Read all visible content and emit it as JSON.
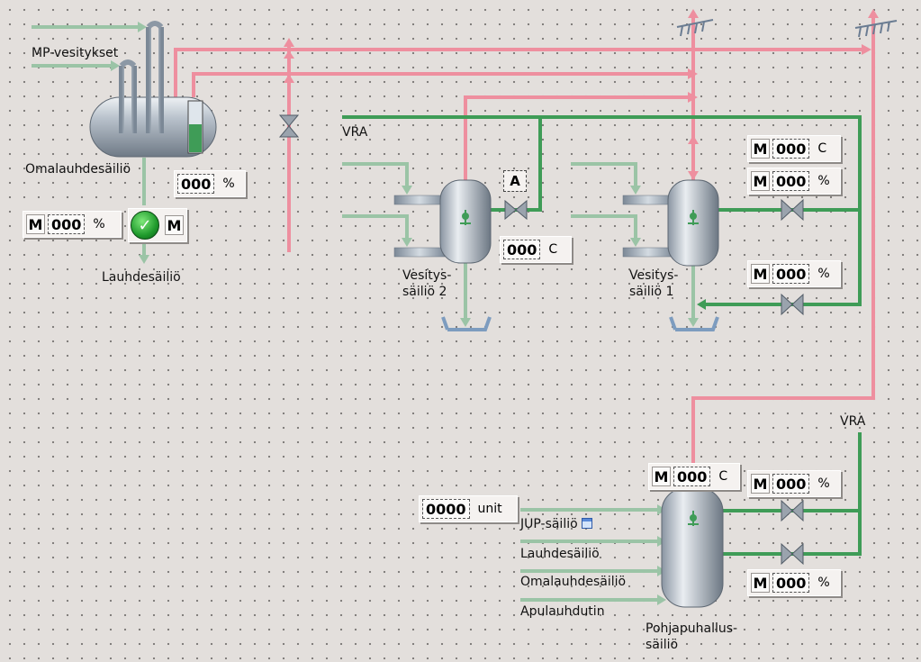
{
  "colors": {
    "steam_pipe": "#ee8f9f",
    "condensate_pipe": "#9bc4a6",
    "vra_pipe": "#3f9c57",
    "background": "#e3dfdc"
  },
  "labels": {
    "mp_vesitykset": "MP-vesitykset",
    "omalauhdesailio": "Omalauhdesäiliö",
    "lauhdesailio": "Lauhdesäiliö",
    "vra_top": "VRA",
    "vesitys2_line1": "Vesitys-",
    "vesitys2_line2": "säiliö 2",
    "vesitys1_line1": "Vesitys-",
    "vesitys1_line2": "säiliö 1",
    "vra_right": "VRA",
    "jup_sailio": "JUP-säiliö",
    "in_lauhdesailio": "Lauhdesäiliö",
    "in_omalauhdesailio": "Omalauhdesäiliö",
    "in_apulauhdutin": "Apulauhdutin",
    "pohja_line1": "Pohjapuhallus-",
    "pohja_line2": "säiliö"
  },
  "widgets": {
    "oma_level": {
      "value": "000",
      "unit": "%"
    },
    "lauhde_level": {
      "m": "M",
      "value": "000",
      "unit": "%"
    },
    "pump": {
      "m": "M"
    },
    "valve_a": {
      "label": "A"
    },
    "v2_temp": {
      "value": "000",
      "unit": "C"
    },
    "v1_temp": {
      "m": "M",
      "value": "000",
      "unit": "C"
    },
    "v1_valve_upper": {
      "m": "M",
      "value": "000",
      "unit": "%"
    },
    "v1_valve_lower": {
      "m": "M",
      "value": "000",
      "unit": "%"
    },
    "pohja_temp": {
      "m": "M",
      "value": "000",
      "unit": "C"
    },
    "pohja_valve_upper": {
      "m": "M",
      "value": "000",
      "unit": "%"
    },
    "pohja_valve_lower": {
      "m": "M",
      "value": "000",
      "unit": "%"
    },
    "jup_counter": {
      "value": "0000",
      "unit": "unit"
    }
  },
  "icons": {
    "vent_1": "vent-to-atmosphere",
    "vent_2": "vent-to-atmosphere",
    "pump": "pump-running-icon",
    "jup_popup": "window-icon"
  }
}
